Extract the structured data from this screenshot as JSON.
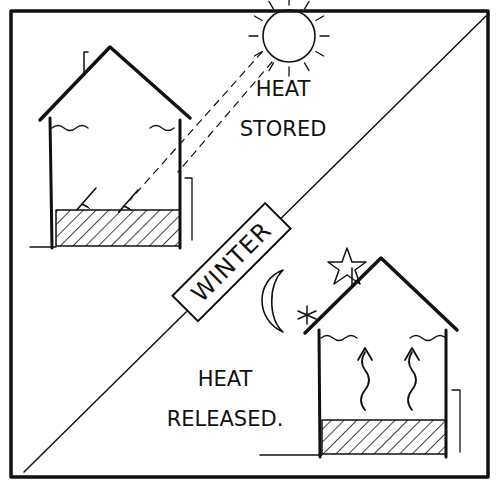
{
  "diagram": {
    "nodes": [
      {
        "text": [
          "WINTER"
        ]
      }
    ],
    "labels": [
      "HEAT STORED",
      "HEAT RELEASED."
    ]
  }
}
